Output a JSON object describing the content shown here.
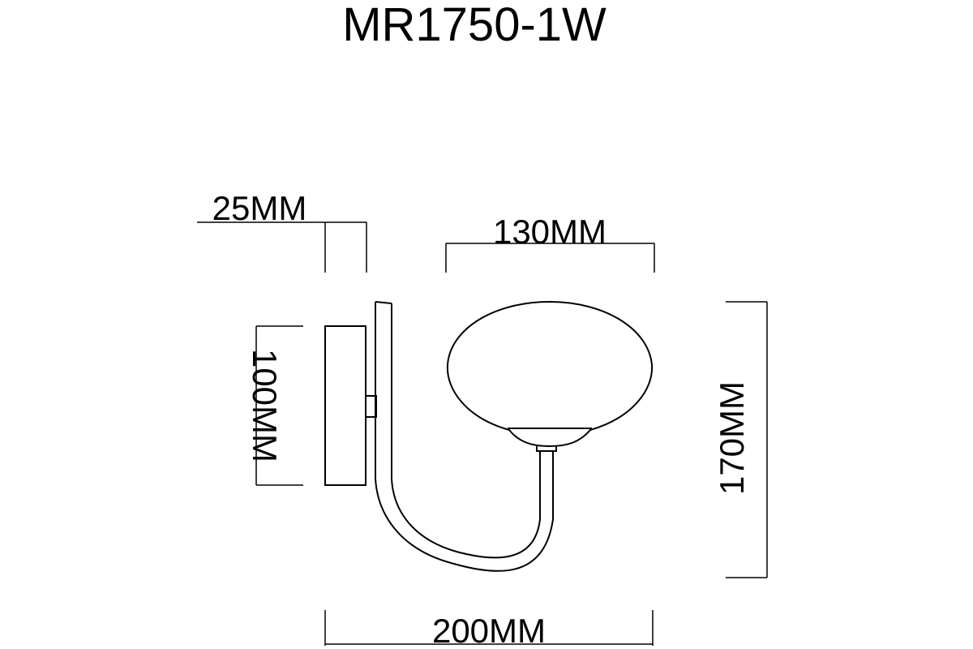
{
  "drawing": {
    "title": "MR1750-1W",
    "dimensions": {
      "depth_plate": "25MM",
      "shade_width": "130MM",
      "plate_height": "100MM",
      "total_height": "170MM",
      "total_width": "200MM"
    }
  }
}
